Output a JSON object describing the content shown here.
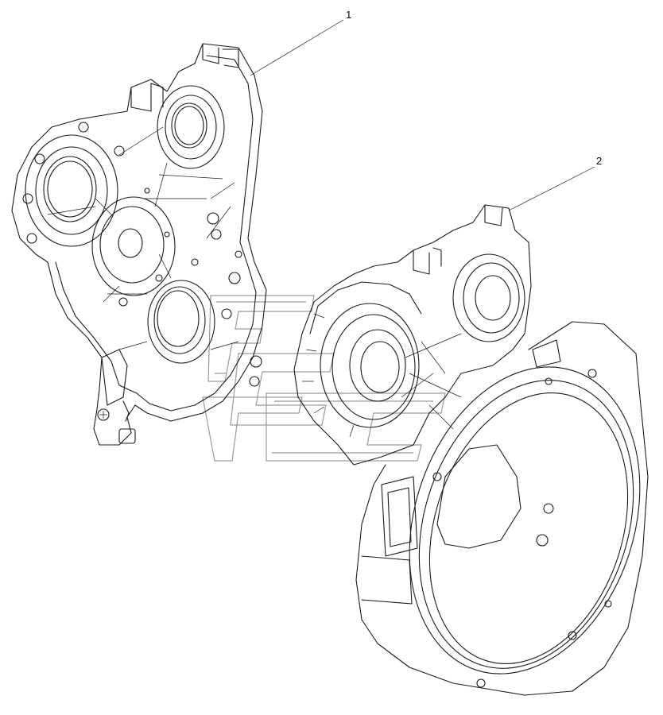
{
  "callouts": [
    {
      "id": "1",
      "label": "1"
    },
    {
      "id": "2",
      "label": "2"
    }
  ],
  "colors": {
    "line": "#1a1a1a",
    "watermark": "#9a9a9a",
    "background": "#ffffff"
  }
}
